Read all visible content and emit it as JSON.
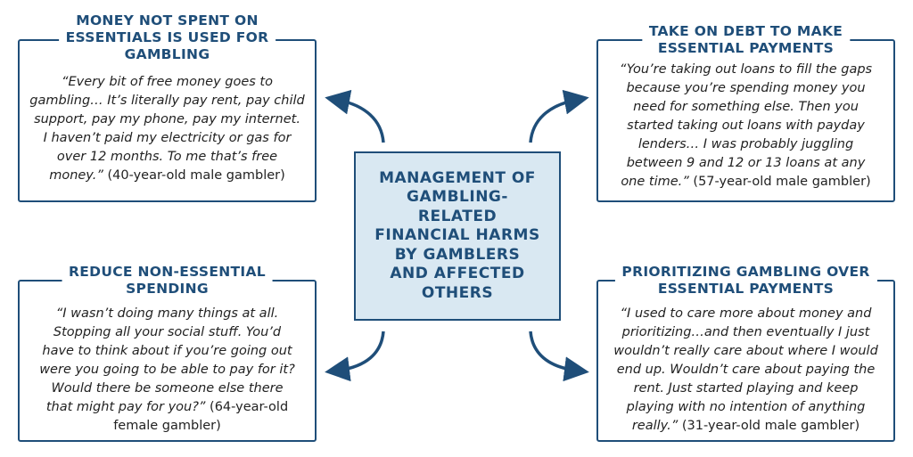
{
  "center": {
    "lines": [
      "MANAGEMENT OF",
      "GAMBLING-",
      "RELATED",
      "FINANCIAL HARMS",
      "BY GAMBLERS",
      "AND AFFECTED",
      "OTHERS"
    ]
  },
  "boxes": {
    "top_left": {
      "title_lines": [
        "MONEY NOT SPENT ON",
        "ESSENTIALS IS USED FOR",
        "GAMBLING"
      ],
      "quote_lines": [
        "“Every bit of free money goes to",
        "gambling… It’s literally pay rent, pay child",
        "support, pay my phone, pay my internet.",
        "I haven’t paid my electricity or gas for",
        "over 12 months. To me that’s free",
        "money.”"
      ],
      "attribution": " (40-year-old male gambler)"
    },
    "top_right": {
      "title_lines": [
        "TAKE ON DEBT TO MAKE",
        "ESSENTIAL PAYMENTS"
      ],
      "quote_lines": [
        "“You’re taking out loans to fill the gaps",
        "because you’re spending money you",
        "need for something else. Then you",
        "started taking out loans with payday",
        "lenders… I was probably juggling",
        "between 9 and 12 or 13 loans at any",
        "one time.”"
      ],
      "attribution": " (57-year-old male gambler)"
    },
    "bottom_left": {
      "title_lines": [
        "REDUCE NON-ESSENTIAL",
        "SPENDING"
      ],
      "quote_lines": [
        "“I wasn’t doing many things at all.",
        "Stopping all your social stuff. You’d",
        "have to think about if you’re going out",
        "were you going to be able to pay for it?",
        "Would there be someone else there",
        "that might pay for you?”"
      ],
      "attribution": " (64-year-old",
      "attribution_line2": "female gambler)"
    },
    "bottom_right": {
      "title_lines": [
        "PRIORITIZING GAMBLING OVER",
        "ESSENTIAL PAYMENTS"
      ],
      "quote_lines": [
        "“I used to care more about money and",
        "prioritizing…and then eventually I just",
        "wouldn’t really care about where I would",
        "end up. Wouldn’t care about paying the",
        "rent. Just started playing and keep",
        "playing with no intention of anything",
        "really.”"
      ],
      "attribution": " (31-year-old male gambler)"
    }
  },
  "colors": {
    "accent": "#1f4e79",
    "center_fill": "#d9e8f2"
  }
}
